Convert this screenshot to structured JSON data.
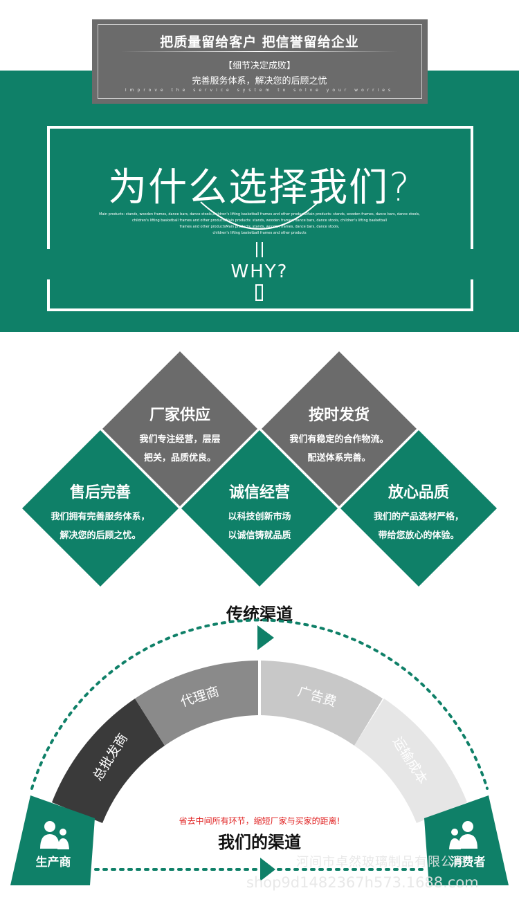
{
  "header": {
    "slogan": "把质量留给客户 把信誉留给企业",
    "tagline": "【细节决定成败】",
    "subtitle": "完善服务体系，解决您的后顾之忧",
    "subtitle_en": "Improve the service system to solve your worries"
  },
  "why": {
    "title": "为什么选择我们?",
    "small_lines": [
      "Main products: stands, wooden frames, dance bars, dance stools,children's lifting basketball frames and other productsMain products: stands, wooden frames, dance bars, dance stools,",
      "children's lifting basketball frames and other productsMain products: stands, wooden frames, dance bars, dance stools, children's lifting basketball",
      "frames and other productsMain products: stands, wooden frames, dance bars, dance stools,",
      "children's lifting basketball frames and other products"
    ],
    "why_label": "WHY?"
  },
  "features": [
    {
      "title": "厂家供应",
      "line1": "我们专注经营，层层",
      "line2": "把关，品质优良。",
      "color": "#6b6b6b"
    },
    {
      "title": "按时发货",
      "line1": "我们有稳定的合作物流。",
      "line2": "配送体系完善。",
      "color": "#6b6b6b"
    },
    {
      "title": "售后完善",
      "line1": "我们拥有完善服务体系，",
      "line2": "解决您的后顾之忧。",
      "color": "#0f8068"
    },
    {
      "title": "诚信经营",
      "line1": "以科技创新市场",
      "line2": "以诚信铸就品质",
      "color": "#0f8068"
    },
    {
      "title": "放心品质",
      "line1": "我们的产品选材严格，",
      "line2": "带给您放心的体验。",
      "color": "#0f8068"
    }
  ],
  "channels": {
    "traditional_title": "传统渠道",
    "segments": [
      {
        "label": "总批发商",
        "color": "#3a3a3a"
      },
      {
        "label": "代理商",
        "color": "#8a8a8a"
      },
      {
        "label": "广告费",
        "color": "#c8c8c8"
      },
      {
        "label": "运输成本",
        "color": "#e6e6e6"
      }
    ],
    "note": "省去中间所有环节，缩短厂家与买家的距离!",
    "our_title": "我们的渠道",
    "producer": "生产商",
    "consumer": "消费者",
    "accent": "#0f8068"
  },
  "watermark": {
    "company": "河间市卓然玻璃制品有限公司",
    "url": "shop9d1482367h573.1688.com"
  }
}
